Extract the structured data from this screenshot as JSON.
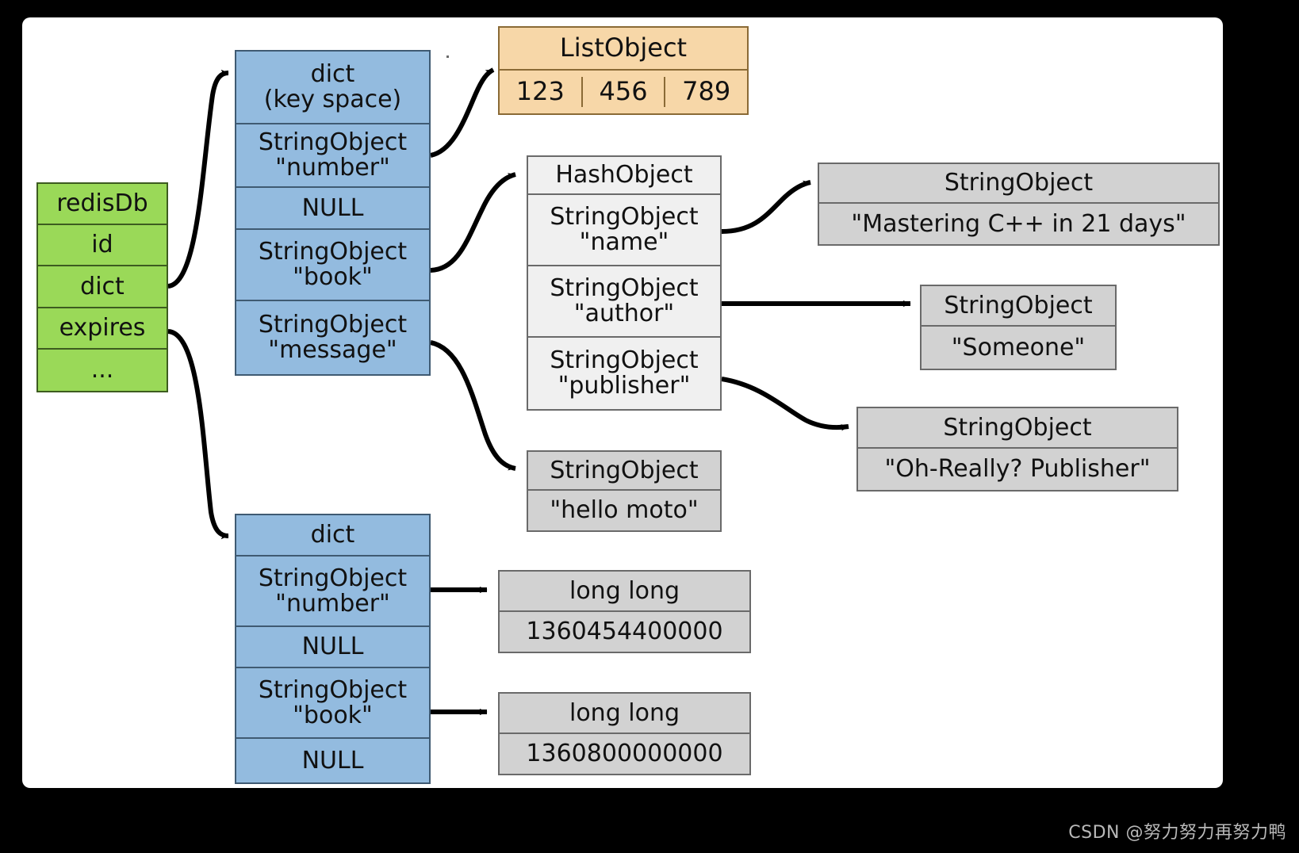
{
  "diagram": {
    "title": "redisDb key space and expires dict object graph",
    "colors": {
      "page_background": "#000000",
      "sheet_background": "#ffffff",
      "redisdb_fill": "#9ad958",
      "dict_fill": "#93bbdf",
      "listobject_fill": "#f7d7a8",
      "hashobject_fill": "#f0f0f0",
      "stringobject_fill": "#d2d2d2",
      "border": "#4b4b4b",
      "arrow": "#000000"
    }
  },
  "redisdb": {
    "rows": [
      "redisDb",
      "id",
      "dict",
      "expires",
      "..."
    ]
  },
  "keyspace_dict": {
    "header": "dict\n(key space)",
    "rows": [
      "StringObject\n\"number\"",
      "NULL",
      "StringObject\n\"book\"",
      "StringObject\n\"message\""
    ]
  },
  "expires_dict": {
    "header": "dict",
    "rows": [
      "StringObject\n\"number\"",
      "NULL",
      "StringObject\n\"book\"",
      "NULL"
    ]
  },
  "list_object": {
    "header": "ListObject",
    "elements": [
      "123",
      "456",
      "789"
    ]
  },
  "hash_object": {
    "header": "HashObject",
    "rows": [
      "StringObject\n\"name\"",
      "StringObject\n\"author\"",
      "StringObject\n\"publisher\""
    ]
  },
  "string_objects": {
    "book_name": {
      "header": "StringObject",
      "value": "\"Mastering C++ in 21 days\""
    },
    "book_author": {
      "header": "StringObject",
      "value": "\"Someone\""
    },
    "book_publisher": {
      "header": "StringObject",
      "value": "\"Oh-Really? Publisher\""
    },
    "message": {
      "header": "StringObject",
      "value": "\"hello moto\""
    }
  },
  "expire_values": {
    "number_expire": {
      "header": "long long",
      "value": "1360454400000"
    },
    "book_expire": {
      "header": "long long",
      "value": "1360800000000"
    }
  },
  "watermark": {
    "text": "CSDN @努力努力再努力鸭"
  }
}
